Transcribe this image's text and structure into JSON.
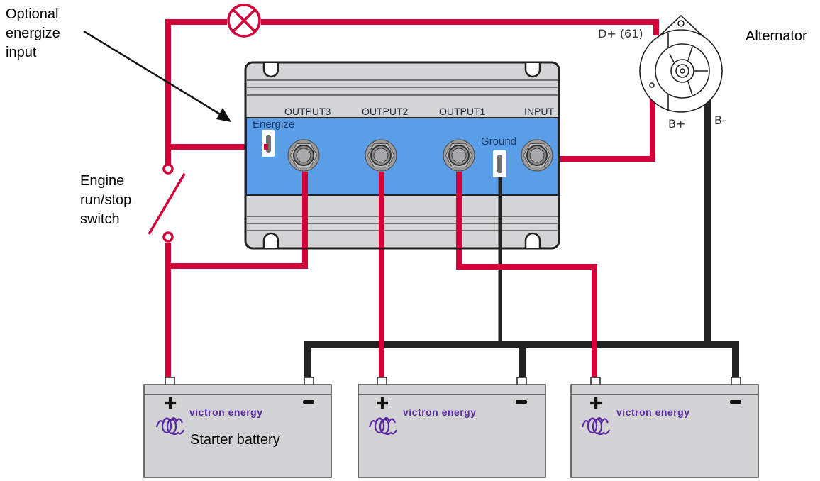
{
  "annotations": {
    "energize_input": [
      "Optional",
      "energize",
      "input"
    ],
    "switch": [
      "Engine",
      "run/stop",
      "switch"
    ],
    "alternator": "Alternator"
  },
  "isolator": {
    "terminals": [
      "OUTPUT3",
      "OUTPUT2",
      "OUTPUT1",
      "INPUT"
    ],
    "energize_label": "Energize",
    "ground_label": "Ground"
  },
  "alternator_terminals": {
    "d_plus": "D+ (61)",
    "b_plus": "B+",
    "b_minus": "B-"
  },
  "batteries": [
    {
      "brand": "victron energy",
      "label": "Starter battery"
    },
    {
      "brand": "victron energy",
      "label": ""
    },
    {
      "brand": "victron energy",
      "label": ""
    }
  ],
  "colors": {
    "positive_wire": "#d4003a",
    "negative_wire": "#222222",
    "isolator_blue": "#5b9ee8",
    "isolator_grey": "#d4d4d6",
    "battery_grey": "#d3d3d5",
    "brand_purple": "#5a2aa0"
  }
}
